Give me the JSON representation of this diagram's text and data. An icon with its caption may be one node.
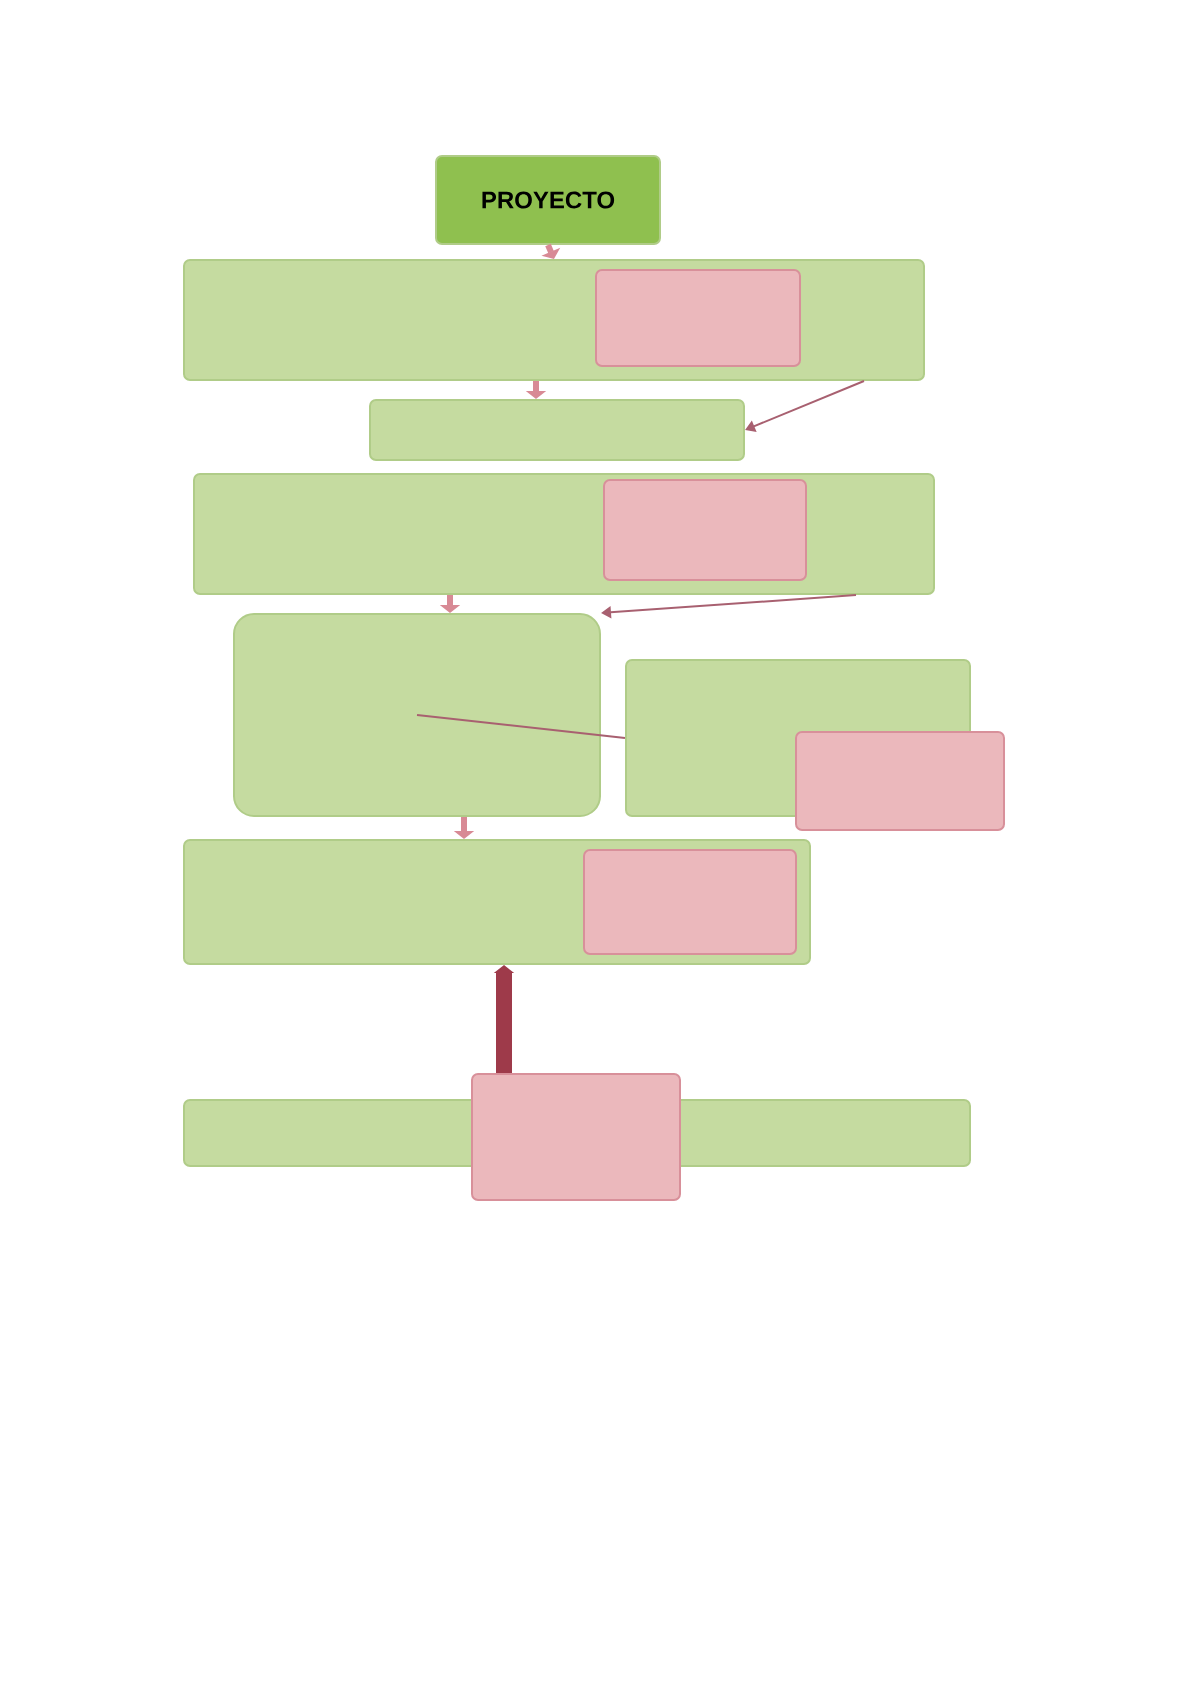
{
  "diagram": {
    "nodes": [
      {
        "text": [
          "PROYECTO"
        ]
      },
      {
        "text": [],
        "shape": "box"
      },
      {
        "text": [],
        "shape": "box",
        "in": 1
      },
      {
        "text": [],
        "shape": "box"
      },
      {
        "text": [],
        "shape": "box"
      },
      {
        "text": [],
        "shape": "box",
        "in": 4
      },
      {
        "text": [],
        "shape": "box"
      },
      {
        "text": [],
        "shape": "box"
      },
      {
        "text": [],
        "shape": "box"
      },
      {
        "text": [],
        "shape": "box"
      },
      {
        "text": [],
        "shape": "box",
        "in": 9
      },
      {
        "text": [],
        "shape": "box"
      },
      {
        "text": [],
        "shape": "box"
      }
    ],
    "edges": [
      {
        "from": 0,
        "to": 1,
        "arrow": "to"
      },
      {
        "from": 1,
        "to": 3,
        "arrow": "to"
      },
      {
        "from": 4,
        "to": 6,
        "arrow": "to"
      },
      {
        "from": 6,
        "to": 9,
        "arrow": "to"
      },
      {
        "from": 12,
        "to": 9,
        "arrow": "to",
        "style": "thick",
        "color": "#9e3a4a"
      },
      {
        "from": 1,
        "to": 3,
        "arrow": "to",
        "color": "#a86070"
      },
      {
        "from": 4,
        "to": 6,
        "arrow": "to",
        "color": "#a86070"
      },
      {
        "from": 6,
        "to": 7,
        "arrow": "none",
        "color": "#a86070"
      }
    ]
  }
}
